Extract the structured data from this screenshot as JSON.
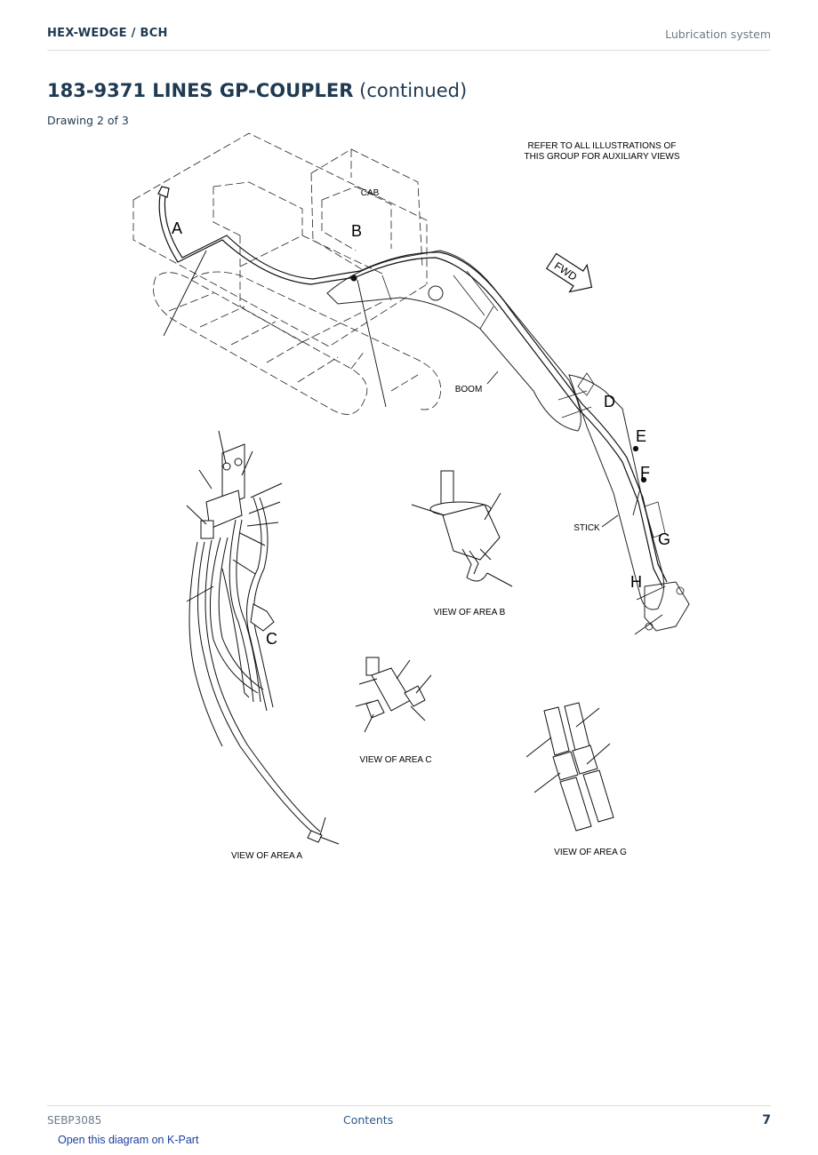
{
  "header": {
    "brand": "HEX-WEDGE  /  BCH",
    "section": "Lubrication system"
  },
  "title": {
    "main": "183-9371 LINES GP-COUPLER",
    "suffix": " (continued)"
  },
  "subtitle": "Drawing 2 of 3",
  "drawing": {
    "note_line1": "REFER TO ALL ILLUSTRATIONS OF",
    "note_line2": "THIS GROUP FOR AUXILIARY VIEWS",
    "cab": "CAB",
    "boom": "BOOM",
    "stick": "STICK",
    "fwd": "FWD",
    "callouts": {
      "a": "A",
      "b": "B",
      "c": "C",
      "d": "D",
      "e": "E",
      "f": "F",
      "g": "G",
      "h": "H"
    },
    "views": {
      "a": "VIEW OF AREA A",
      "b": "VIEW OF AREA B",
      "c": "VIEW OF AREA C",
      "g": "VIEW OF AREA G"
    }
  },
  "footer": {
    "doc_id": "SEBP3085",
    "contents": "Contents",
    "page": "7"
  },
  "link": "Open this diagram on K-Part",
  "colors": {
    "heading": "#1f3a52",
    "muted": "#6b7a88",
    "link": "#1a3fa0"
  }
}
